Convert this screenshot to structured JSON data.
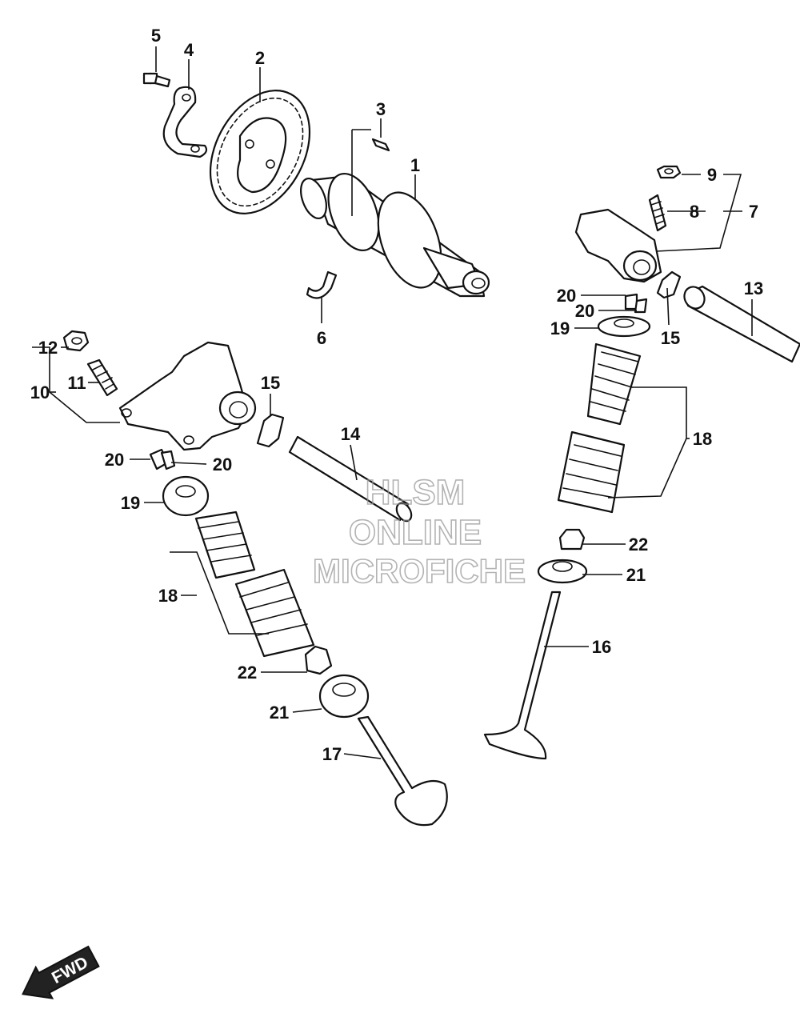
{
  "callouts": [
    "1",
    "2",
    "3",
    "4",
    "5",
    "6",
    "7",
    "8",
    "9",
    "10",
    "11",
    "12",
    "13",
    "14",
    "15",
    "15",
    "16",
    "17",
    "18",
    "18",
    "19",
    "19",
    "20",
    "20",
    "20",
    "20",
    "21",
    "21",
    "22",
    "22"
  ],
  "watermark": {
    "line1": "HLSM",
    "line2": "ONLINE",
    "line3": "MICROFICHE"
  },
  "fwd_label": "FWD"
}
